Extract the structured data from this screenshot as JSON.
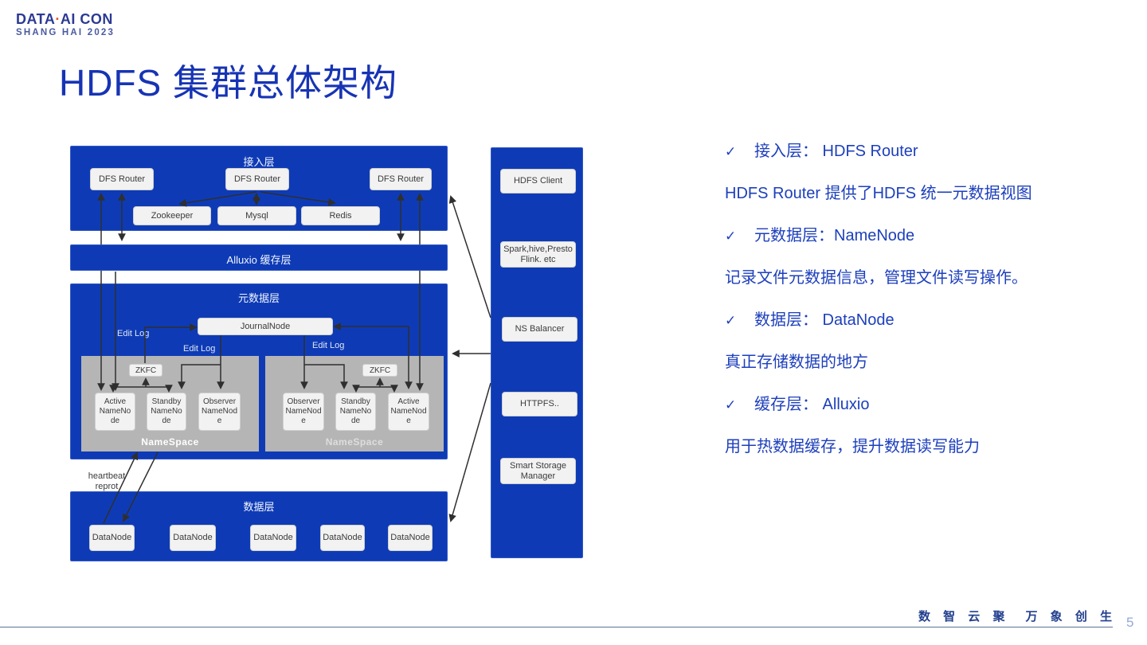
{
  "logo": {
    "brand_left": "DATA",
    "brand_dot": "·",
    "brand_right": "AI CON",
    "subtitle": "SHANG HAI 2023"
  },
  "title": "HDFS 集群总体架构",
  "check_glyph": "✓",
  "diagram": {
    "access_layer": {
      "label": "接入层",
      "routers": [
        "DFS Router",
        "DFS Router",
        "DFS Router"
      ],
      "services": [
        "Zookeeper",
        "Mysql",
        "Redis"
      ]
    },
    "cache_layer": {
      "label": "Alluxio 缓存层"
    },
    "meta_layer": {
      "label": "元数据层",
      "journal_node": "JournalNode",
      "edit_log_labels": [
        "Edit Log",
        "Edit Log",
        "Edit Log"
      ],
      "namespace_left": {
        "zkfc": "ZKFC",
        "nodes": [
          "Active NameNode",
          "Standby NameNode",
          "Observer NameNode"
        ],
        "caption": "NameSpace"
      },
      "namespace_right": {
        "zkfc": "ZKFC",
        "nodes": [
          "Observer NameNode",
          "Standby NameNode",
          "Active NameNode"
        ],
        "caption": "NameSpace"
      }
    },
    "data_layer": {
      "label": "数据层",
      "nodes": [
        "DataNode",
        "DataNode",
        "DataNode",
        "DataNode",
        "DataNode"
      ]
    },
    "heartbeat_label": {
      "line1": "heartbeat",
      "line2": "reprot"
    },
    "client_column": {
      "items": [
        "HDFS Client",
        "Spark,hive,Presto Flink. etc",
        "NS Balancer",
        "HTTPFS..",
        "Smart Storage Manager"
      ]
    }
  },
  "notes": [
    {
      "kind": "bullet",
      "text": "接入层： HDFS Router"
    },
    {
      "kind": "desc",
      "text": "HDFS Router 提供了HDFS 统一元数据视图"
    },
    {
      "kind": "bullet",
      "text": "元数据层：NameNode"
    },
    {
      "kind": "desc",
      "text": "记录文件元数据信息，管理文件读写操作。"
    },
    {
      "kind": "bullet",
      "text": "数据层： DataNode"
    },
    {
      "kind": "desc",
      "text": "真正存储数据的地方"
    },
    {
      "kind": "bullet",
      "text": "缓存层： Alluxio"
    },
    {
      "kind": "desc",
      "text": "用于热数据缓存，提升数据读写能力"
    }
  ],
  "footer": {
    "motto_left": "数 智 云 聚",
    "motto_right": "万 象 创 生",
    "page_number": "5"
  },
  "colors": {
    "primary_blue": "#0e3bb5",
    "title_blue": "#1734b4",
    "accent_orange": "#e8542a",
    "note_blue": "#1d3fbc"
  }
}
